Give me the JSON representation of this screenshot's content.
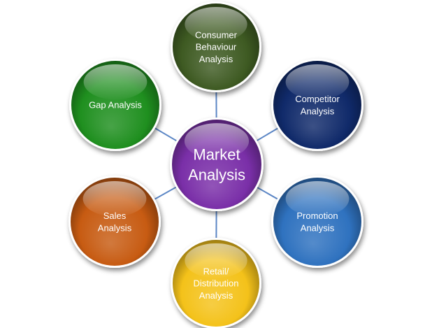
{
  "center": {
    "lines": [
      "Market",
      "Analysis"
    ],
    "color": "#7a2fa8"
  },
  "nodes": [
    {
      "id": "consumer-behaviour",
      "lines": [
        "Consumer",
        "Behaviour",
        "Analysis"
      ],
      "color": "#3e5a22"
    },
    {
      "id": "competitor",
      "lines": [
        "Competitor",
        "Analysis"
      ],
      "color": "#102a6a"
    },
    {
      "id": "promotion",
      "lines": [
        "Promotion",
        "Analysis"
      ],
      "color": "#2f72bf"
    },
    {
      "id": "retail-distribution",
      "lines": [
        "Retail/",
        "Distribution",
        "Analysis"
      ],
      "color": "#f4c21a"
    },
    {
      "id": "sales",
      "lines": [
        "Sales",
        "Analysis"
      ],
      "color": "#c75b12"
    },
    {
      "id": "gap",
      "lines": [
        "Gap Analysis"
      ],
      "color": "#1f8f1f"
    }
  ],
  "connector_color": "#5b86c5"
}
